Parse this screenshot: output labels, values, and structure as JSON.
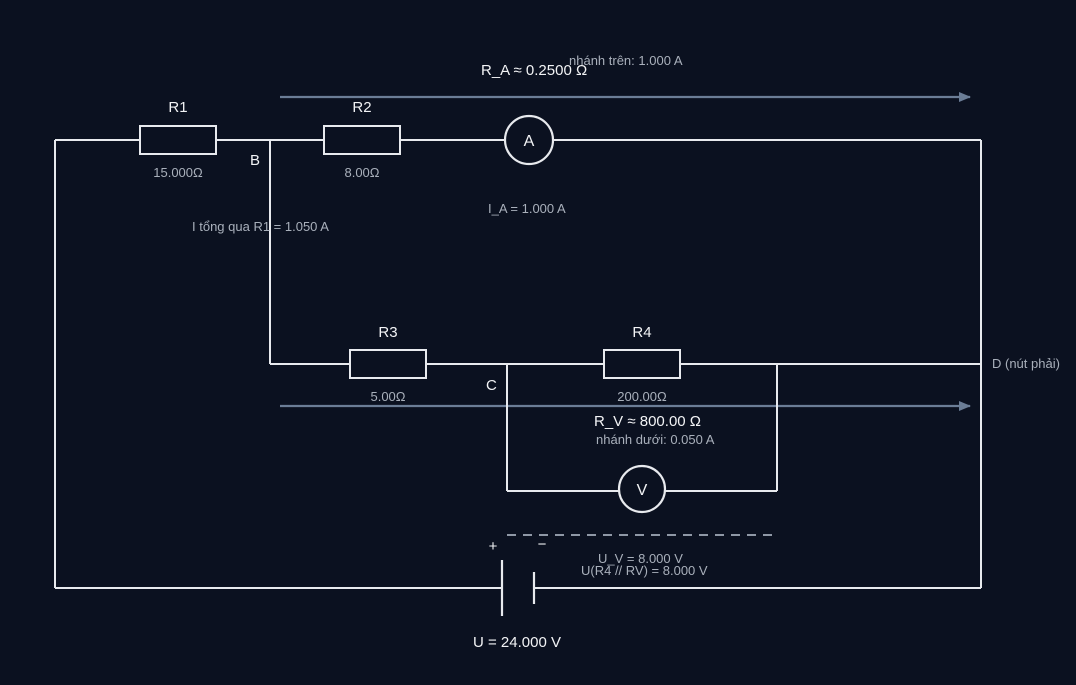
{
  "resistors": {
    "r1": {
      "name": "R1",
      "value": "15.000Ω"
    },
    "r2": {
      "name": "R2",
      "value": "8.00Ω"
    },
    "r3": {
      "name": "R3",
      "value": "5.00Ω"
    },
    "r4": {
      "name": "R4",
      "value": "200.00Ω"
    }
  },
  "nodes": {
    "b": "B",
    "c": "C",
    "d": "D (nút phải)"
  },
  "ammeter": {
    "symbol": "A",
    "resistance": "R_A ≈ 0.2500 Ω",
    "reading": "I_A = 1.000 A"
  },
  "voltmeter": {
    "symbol": "V",
    "resistance": "R_V ≈ 800.00 Ω",
    "reading": "U_V = 8.000 V",
    "parallel_voltage": "U(R4 // RV) = 8.000 V"
  },
  "branches": {
    "upper": "nhánh trên: 1.000 A",
    "lower": "nhánh dưới: 0.050 A",
    "total": "I tổng qua R1 = 1.050 A"
  },
  "source": {
    "plus": "+",
    "minus": "−",
    "voltage": "U = 24.000 V"
  },
  "colors": {
    "background": "#0b1120",
    "wire": "#e8eaee",
    "flow_arrow": "#6b7d96",
    "muted_text": "#a9b0bb"
  }
}
